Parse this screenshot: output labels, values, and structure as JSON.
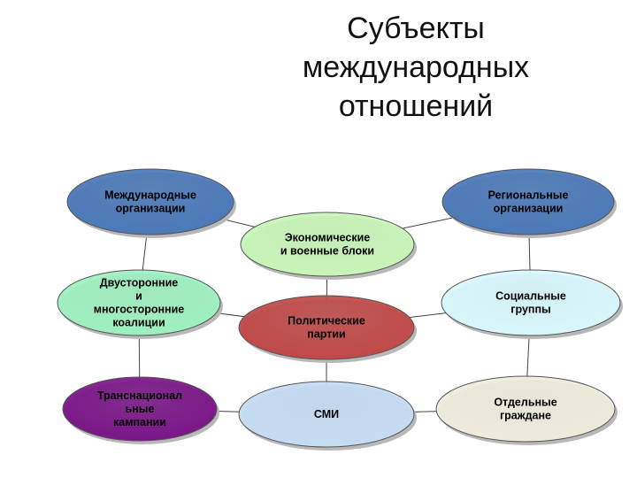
{
  "title": {
    "line1": "Субъекты",
    "line2": "международных",
    "line3": "отношений"
  },
  "nodes": {
    "intl_orgs": {
      "lines": [
        "Международные",
        "организации"
      ],
      "color": "#4a78b8",
      "text_color": "#000000"
    },
    "regional": {
      "lines": [
        "Региональные",
        "организации"
      ],
      "color": "#4a78b8",
      "text_color": "#000000"
    },
    "blocs": {
      "lines": [
        "Экономические",
        "и военные блоки"
      ],
      "color": "#c8f5b8",
      "text_color": "#000000"
    },
    "coalitions": {
      "lines": [
        "Двусторонние",
        "и",
        "многосторонние",
        "коалиции"
      ],
      "color": "#9ef0c0",
      "text_color": "#000000"
    },
    "social": {
      "lines": [
        "Социальные",
        "группы"
      ],
      "color": "#d8f8fc",
      "text_color": "#000000"
    },
    "parties": {
      "lines": [
        "Политические",
        "партии"
      ],
      "color": "#c04848",
      "text_color": "#000000"
    },
    "tnc": {
      "lines": [
        "Транснационал",
        "ьные",
        "кампании"
      ],
      "color": "#7a1488",
      "text_color": "#000000"
    },
    "media": {
      "lines": [
        "СМИ"
      ],
      "color": "#c4dcf4",
      "text_color": "#000000"
    },
    "citizens": {
      "lines": [
        "Отдельные",
        "граждане"
      ],
      "color": "#f0ecdc",
      "text_color": "#000000"
    }
  },
  "edge_color": "#444444",
  "node_border": "#555555"
}
